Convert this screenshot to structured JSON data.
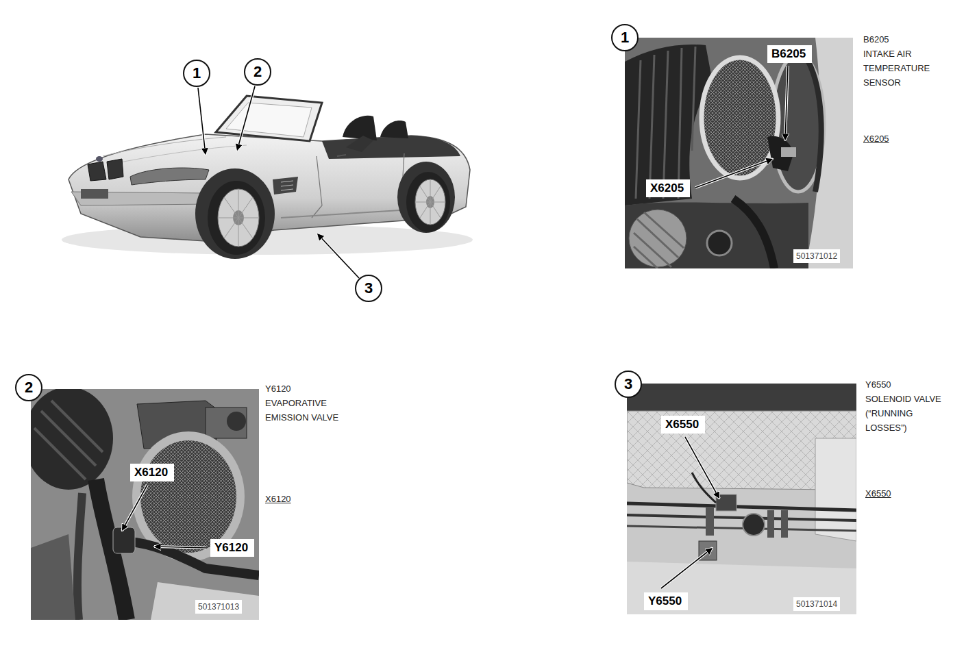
{
  "diagram": {
    "nodes": [
      {
        "text": [
          "1"
        ]
      },
      {
        "text": [
          "2"
        ]
      },
      {
        "text": [
          "3"
        ]
      },
      {
        "text": [
          "1"
        ]
      },
      {
        "text": [
          "B6205"
        ]
      },
      {
        "text": [
          "X6205"
        ]
      },
      {
        "text": [
          "2"
        ]
      },
      {
        "text": [
          "X6120"
        ]
      },
      {
        "text": [
          "Y6120"
        ]
      },
      {
        "text": [
          "3"
        ]
      },
      {
        "text": [
          "X6550"
        ]
      },
      {
        "text": [
          "Y6550"
        ]
      }
    ],
    "labels": [
      "B6205",
      "INTAKE AIR TEMPERATURE SENSOR",
      "X6205",
      "501371012",
      "Y6120",
      "EVAPORATIVE EMISSION VALVE",
      "X6120",
      "501371013",
      "Y6550",
      "SOLENOID VALVE (“RUNNING LOSSES”)",
      "X6550",
      "501371014"
    ]
  }
}
